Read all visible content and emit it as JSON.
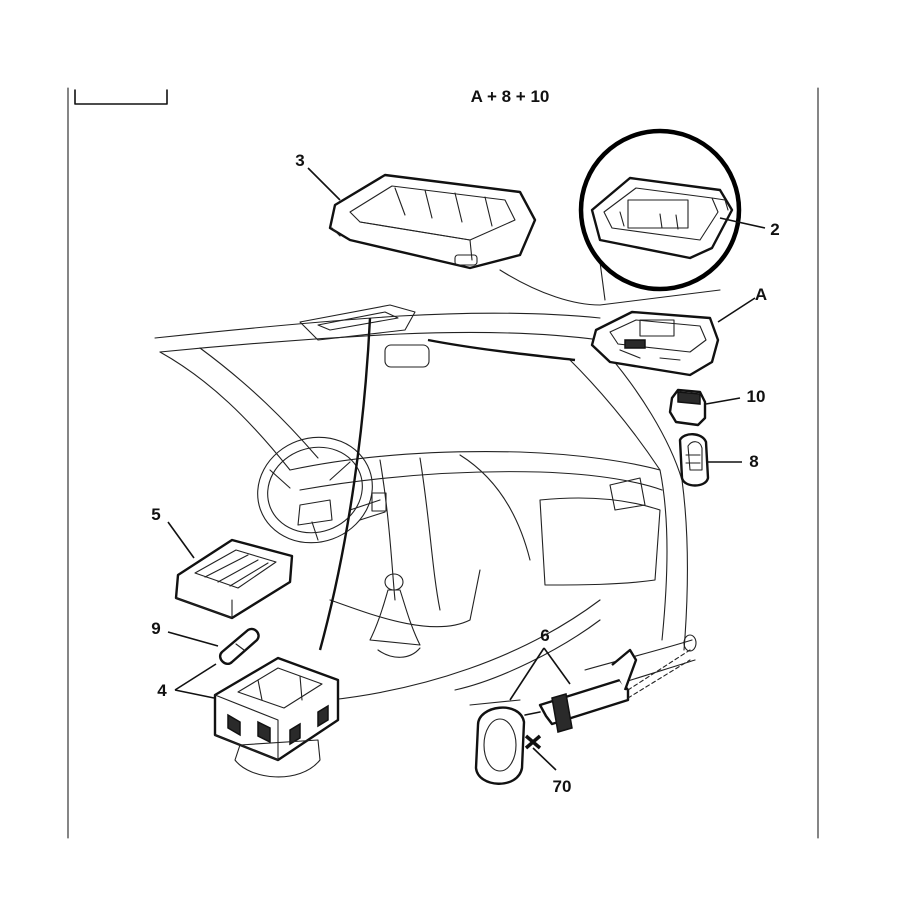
{
  "header": {
    "title": "A + 8 + 10"
  },
  "labels": {
    "l2": "2",
    "l3": "3",
    "lA": "A",
    "l10": "10",
    "l8": "8",
    "l5": "5",
    "l9": "9",
    "l4": "4",
    "l6": "6",
    "l70": "70"
  },
  "highlight": {
    "target": "2",
    "color": "#000000"
  }
}
